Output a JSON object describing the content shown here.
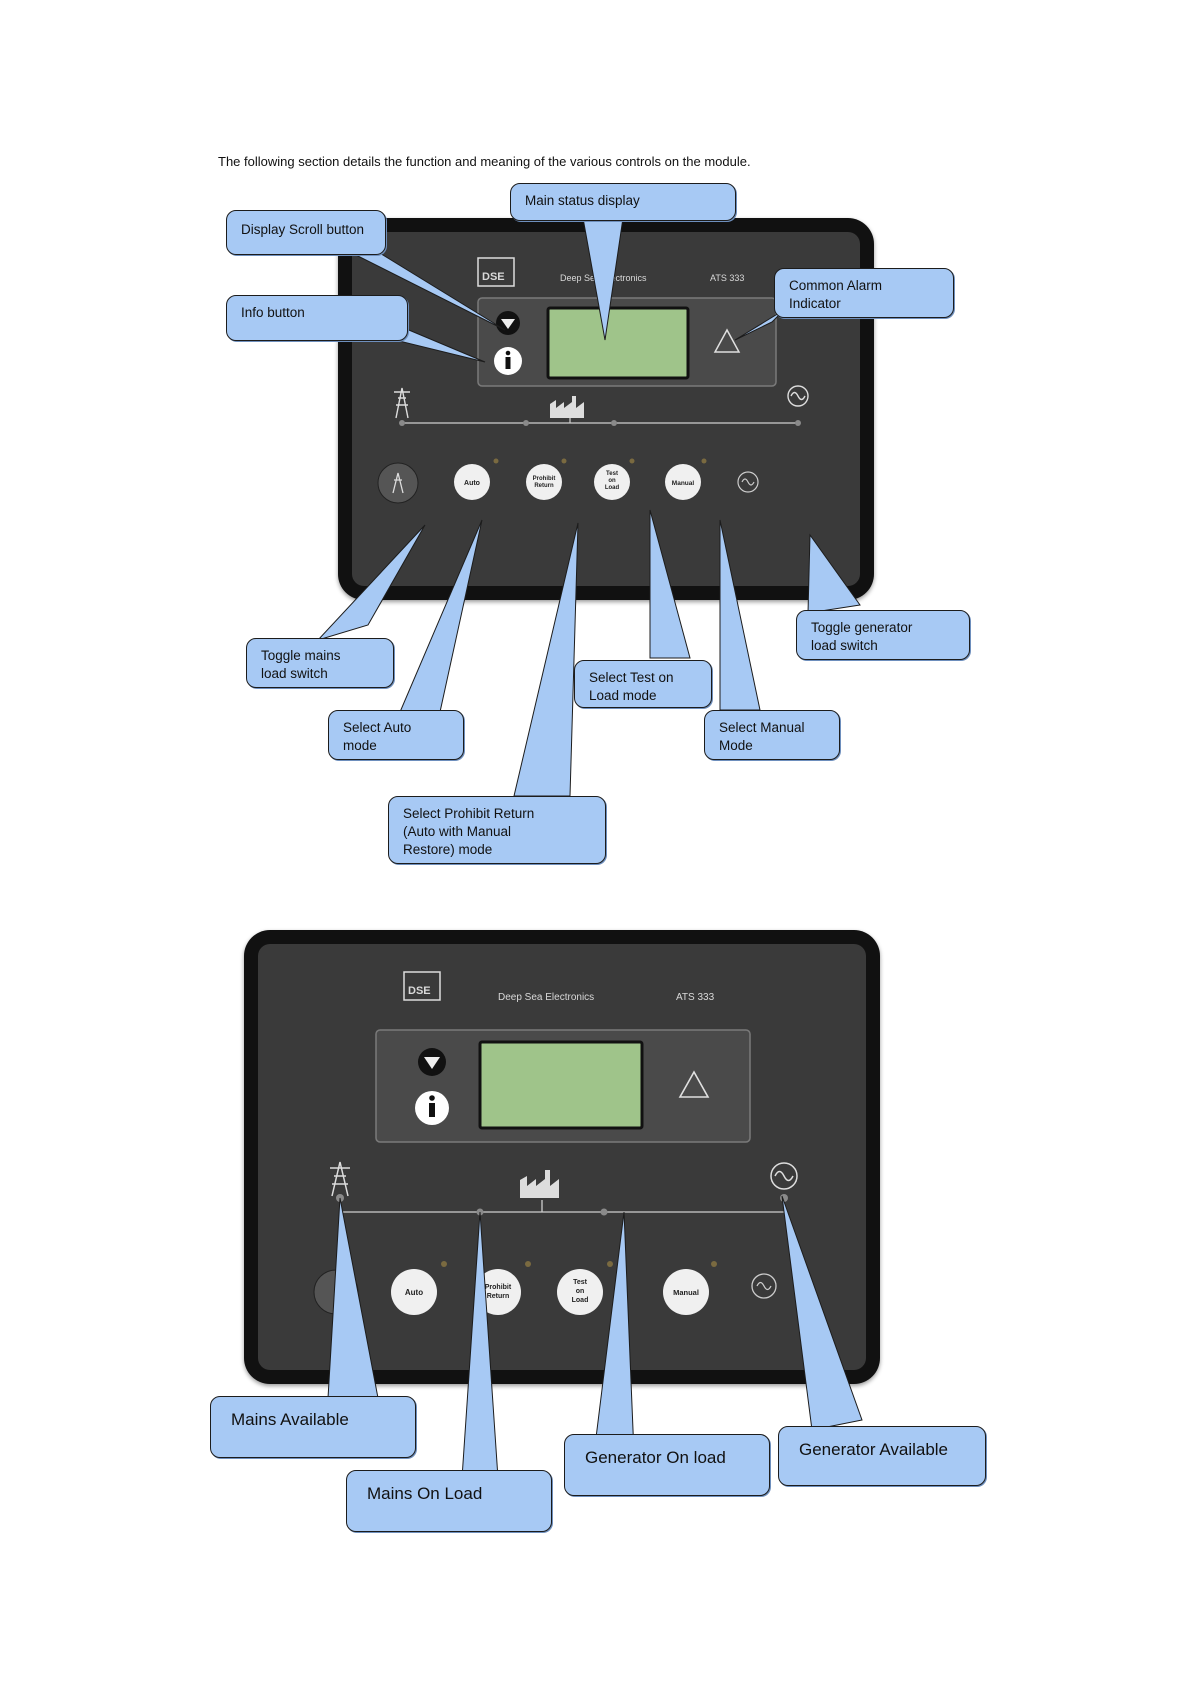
{
  "intro": "The following section details the function and meaning of the various controls on the module.",
  "module": {
    "brand": "DSE",
    "maker": "Deep Sea Electronics",
    "model": "ATS 333",
    "buttons": {
      "auto": "Auto",
      "prohibit": [
        "Prohibit",
        "Return"
      ],
      "test": [
        "Test",
        "on",
        "Load"
      ],
      "manual": "Manual"
    },
    "icons": [
      "scroll-down-icon",
      "info-icon",
      "alarm-triangle-icon",
      "mains-pylon-icon",
      "load-factory-icon",
      "generator-sine-icon"
    ]
  },
  "callouts1": {
    "main_status": "Main status display",
    "scroll": "Display Scroll button",
    "info": "Info button",
    "alarm": [
      "Common Alarm",
      "Indicator"
    ],
    "toggle_mains": [
      "Toggle mains",
      "load switch"
    ],
    "toggle_gen": [
      "Toggle generator",
      "load switch"
    ],
    "test": [
      "Select Test on",
      "Load mode"
    ],
    "auto": [
      "Select Auto",
      "mode"
    ],
    "manual": [
      "Select Manual",
      "Mode"
    ],
    "prohibit": [
      "Select Prohibit Return",
      "(Auto with Manual",
      "Restore) mode"
    ]
  },
  "callouts2": {
    "mains_available": "Mains Available",
    "mains_on_load": "Mains On Load",
    "gen_on_load": "Generator On load",
    "gen_available": "Generator Available"
  },
  "colors": {
    "callout": "#a7c9f4",
    "lcd": "#9fc48a",
    "bezel": "#111111",
    "face": "#3a3a3a"
  }
}
